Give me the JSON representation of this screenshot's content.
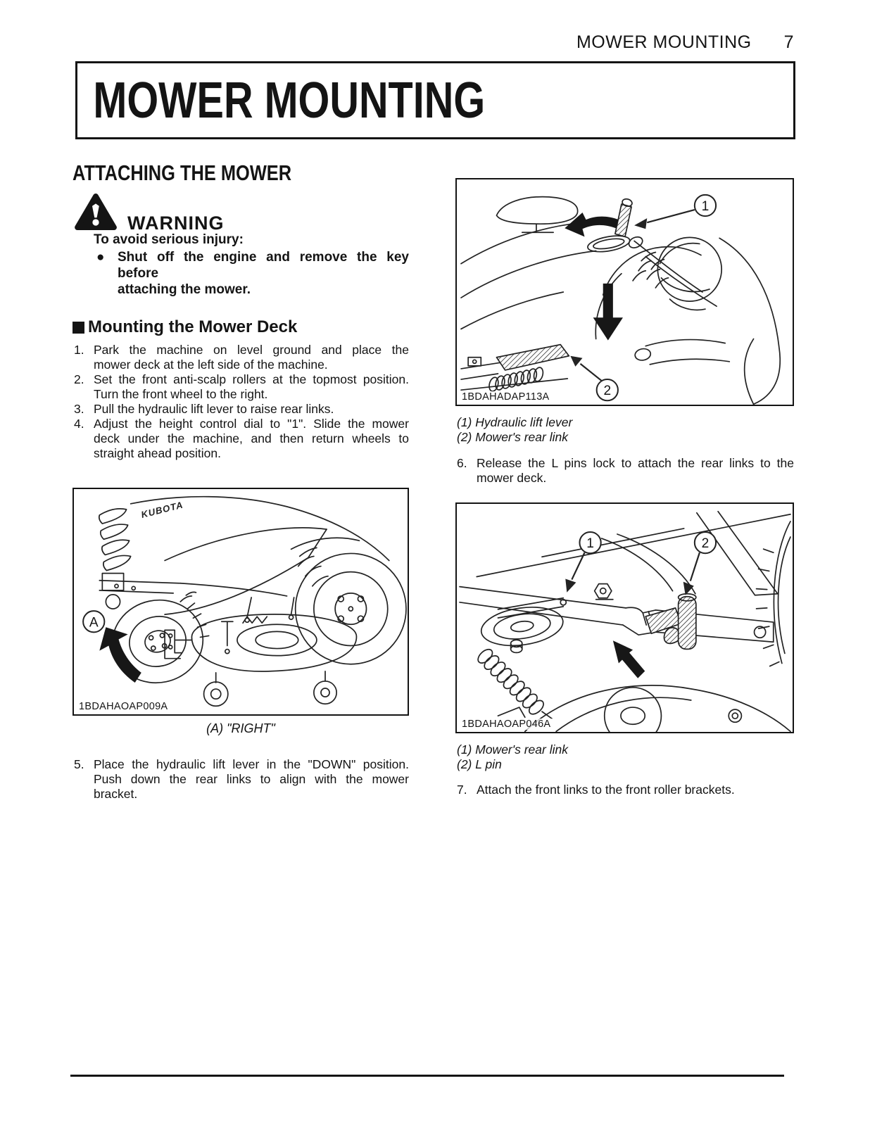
{
  "header": {
    "section_title": "MOWER MOUNTING",
    "page_number": "7"
  },
  "title_box": {
    "title": "MOWER MOUNTING"
  },
  "attaching": {
    "heading": "ATTACHING THE MOWER",
    "warning": {
      "label": "WARNING",
      "intro": "To avoid serious injury:",
      "bullet_lines": [
        "Shut off the engine and remove the key before",
        "attaching the mower."
      ]
    },
    "mounting": {
      "heading": "Mounting the Mower Deck",
      "steps": [
        {
          "num": "1.",
          "lines": [
            "Park the machine on level ground and place the",
            "mower deck at the left side of the machine."
          ]
        },
        {
          "num": "2.",
          "lines": [
            "Set the front anti-scalp rollers at the topmost position.",
            "Turn the front wheel to the right."
          ]
        },
        {
          "num": "3.",
          "lines": [
            "Pull the hydraulic lift lever to raise rear links."
          ]
        },
        {
          "num": "4.",
          "lines": [
            "Adjust the height control dial to \"1\". Slide the mower",
            "deck under the machine, and then return wheels to",
            "straight ahead position."
          ]
        },
        {
          "num": "5.",
          "lines": [
            "Place the hydraulic lift lever in the \"DOWN\" position.",
            "Push down the rear links to align with the mower",
            "bracket."
          ]
        },
        {
          "num": "6.",
          "lines": [
            "Release the L pins lock to attach the rear links to the",
            "mower deck."
          ]
        },
        {
          "num": "7.",
          "lines": [
            "Attach the front links to the front roller brackets."
          ]
        }
      ]
    }
  },
  "figures": {
    "fig_a": {
      "code": "1BDAHAOAP009A",
      "caption": "(A) \"RIGHT\"",
      "callout_a": "A",
      "brand": "KUBOTA"
    },
    "fig_1": {
      "code": "1BDAHADAP113A",
      "callout_1": "1",
      "callout_2": "2",
      "legend": [
        "(1) Hydraulic lift lever",
        "(2) Mower's rear link"
      ]
    },
    "fig_2": {
      "code": "1BDAHAOAP046A",
      "callout_1": "1",
      "callout_2": "2",
      "legend": [
        "(1) Mower's rear link",
        "(2) L pin"
      ]
    }
  },
  "icons": {
    "bullet": "●"
  }
}
